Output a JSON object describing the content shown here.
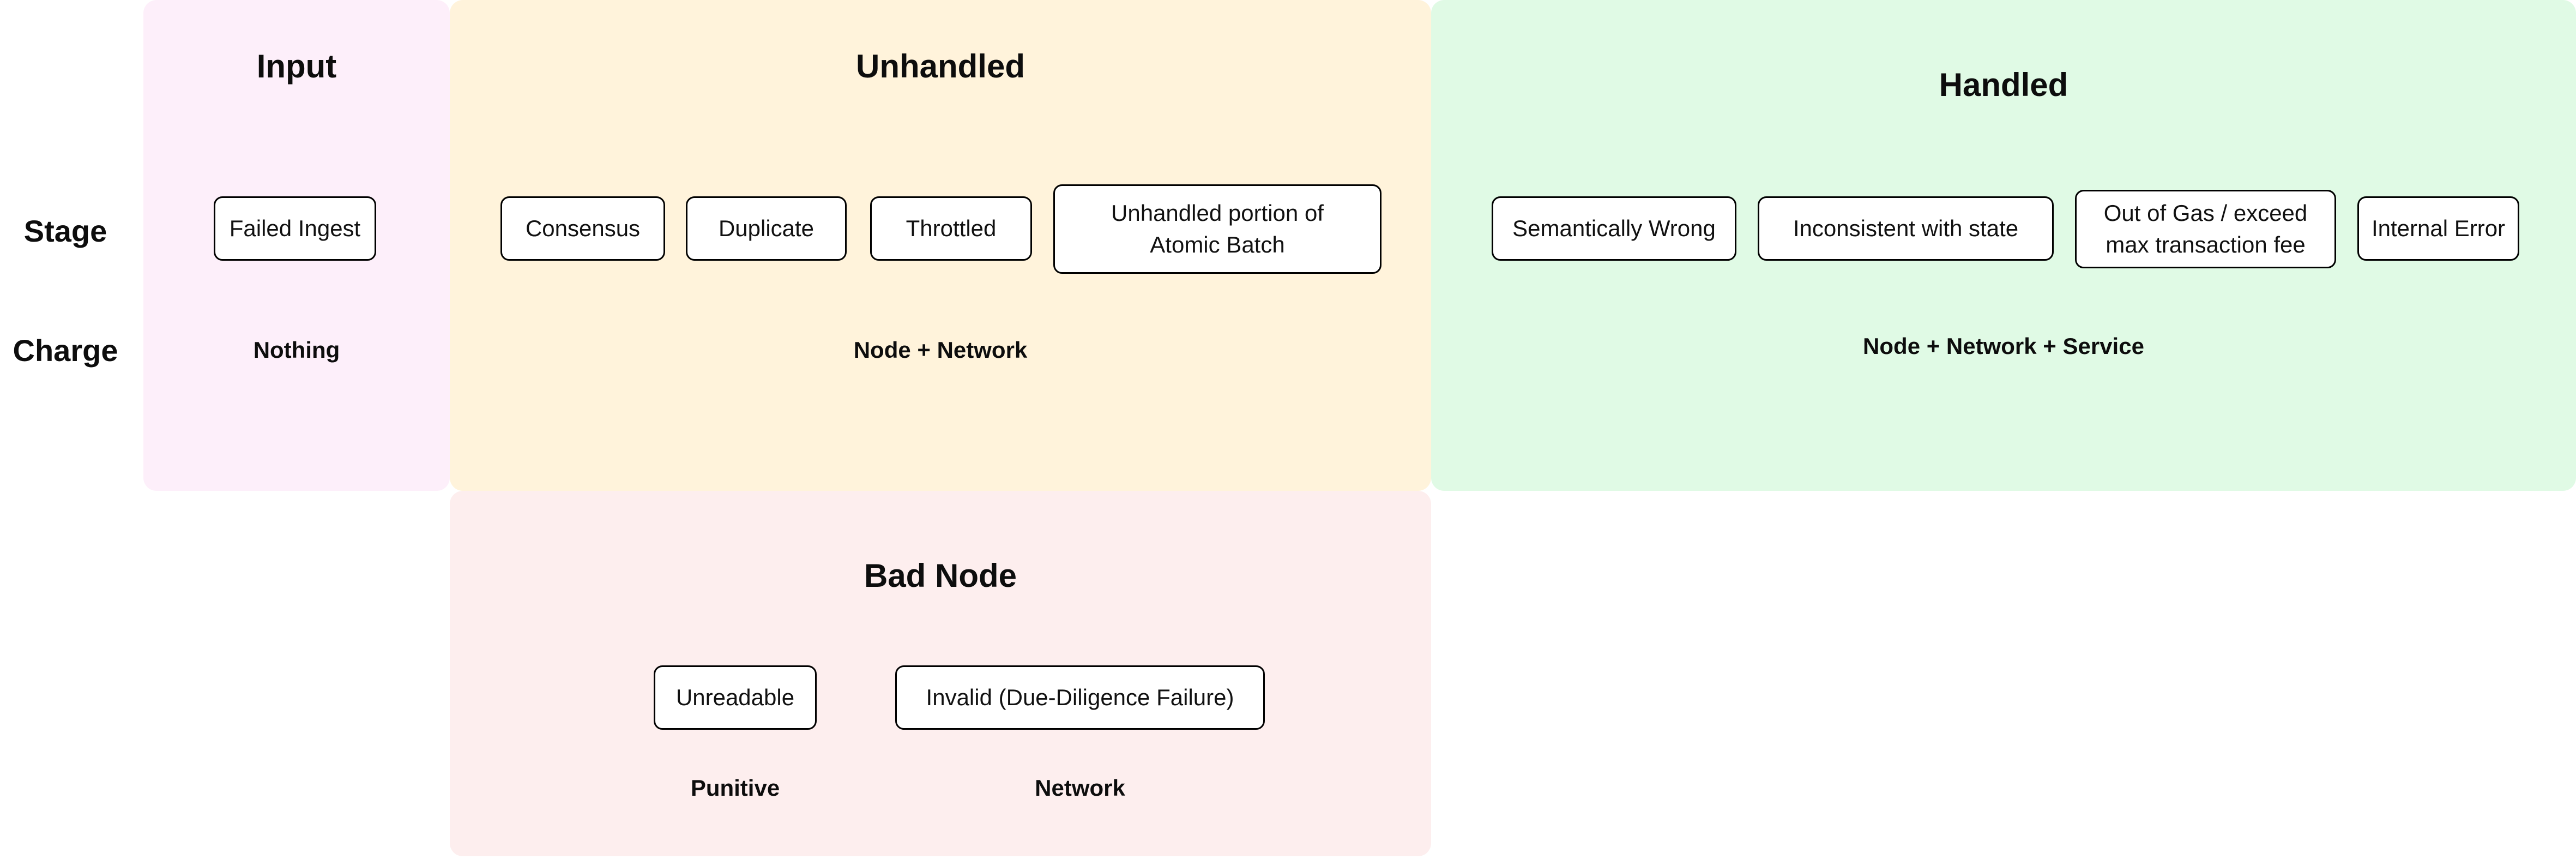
{
  "colors": {
    "canvas_bg": "#ffffff",
    "input_bg": "#fdeffa",
    "unhandled_bg": "#fff3db",
    "handled_bg": "#e0fae5",
    "bad_node_bg": "#fdeeee",
    "box_fill": "#ffffff",
    "box_border": "#000000",
    "text": "#111111"
  },
  "row_labels": {
    "stage": "Stage",
    "charge": "Charge"
  },
  "sections": {
    "input": {
      "title": "Input",
      "boxes": [
        {
          "label": "Failed Ingest"
        }
      ],
      "charge": "Nothing"
    },
    "unhandled": {
      "title": "Unhandled",
      "boxes": [
        {
          "label": "Consensus"
        },
        {
          "label": "Duplicate"
        },
        {
          "label": "Throttled"
        },
        {
          "label": "Unhandled portion of\nAtomic Batch"
        }
      ],
      "charge": "Node + Network"
    },
    "handled": {
      "title": "Handled",
      "boxes": [
        {
          "label": "Semantically Wrong"
        },
        {
          "label": "Inconsistent with state"
        },
        {
          "label": "Out of Gas / exceed\nmax transaction fee"
        },
        {
          "label": "Internal Error"
        }
      ],
      "charge": "Node + Network + Service"
    },
    "bad_node": {
      "title": "Bad Node",
      "boxes": [
        {
          "label": "Unreadable",
          "charge": "Punitive"
        },
        {
          "label": "Invalid (Due-Diligence Failure)",
          "charge": "Network"
        }
      ]
    }
  }
}
